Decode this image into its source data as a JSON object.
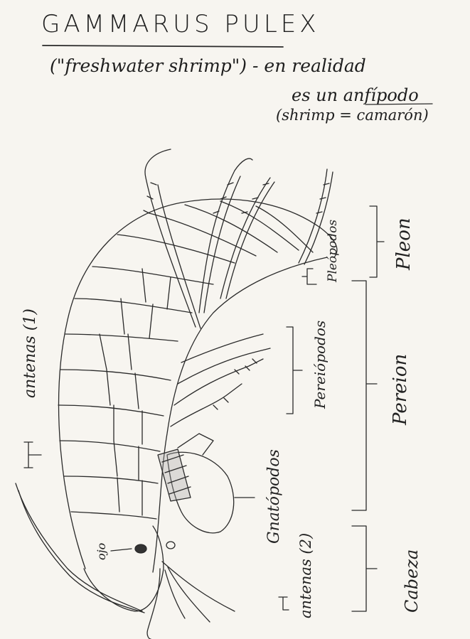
{
  "title": "GAMMARUS PULEX",
  "notes": {
    "line1": "(\"freshwater shrimp\") - en realidad",
    "line2": "es un anfípodo",
    "line3": "(shrimp = camarón)"
  },
  "labels": {
    "antenas1": "antenas (1)",
    "pleopodos": "Pleópodos",
    "pleon": "Pleon",
    "pereiopodos": "Pereiópodos",
    "pereion": "Pereion",
    "gnatopodos": "Gnatópodos",
    "ojo": "ojo",
    "antenas2": "antenas (2)",
    "cabeza": "Cabeza"
  }
}
